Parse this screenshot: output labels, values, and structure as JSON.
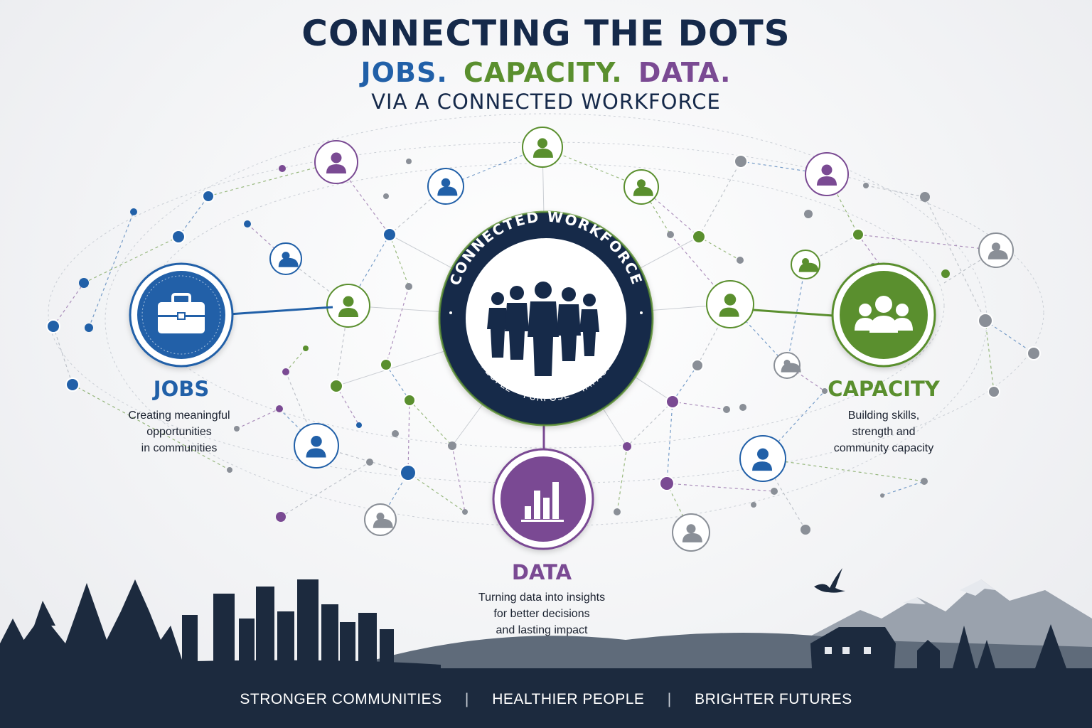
{
  "header": {
    "title": "CONNECTING THE DOTS",
    "subtitle": {
      "jobs": "JOBS.",
      "capacity": "CAPACITY.",
      "data": "DATA."
    },
    "tagline": "VIA A CONNECTED WORKFORCE"
  },
  "hub": {
    "ring_top_text": "CONNECTED WORKFORCE",
    "ring_bottom_text": "PEOPLE • PURPOSE • IMPACT"
  },
  "pillars": {
    "jobs": {
      "title": "JOBS",
      "lines": [
        "Creating meaningful",
        "opportunities",
        "in communities"
      ],
      "icon": "briefcase-icon"
    },
    "capacity": {
      "title": "CAPACITY",
      "lines": [
        "Building skills,",
        "strength and",
        "community capacity"
      ],
      "icon": "group-icon"
    },
    "data": {
      "title": "DATA",
      "lines": [
        "Turning data into insights",
        "for better decisions",
        "and lasting impact"
      ],
      "icon": "bar-chart-icon"
    }
  },
  "footer": {
    "items": [
      "STRONGER COMMUNITIES",
      "HEALTHIER PEOPLE",
      "BRIGHTER FUTURES"
    ],
    "separator": "|"
  },
  "colors": {
    "navy": "#15294a",
    "blue": "#2160a8",
    "green": "#5a8f2e",
    "purple": "#7a4a93",
    "gray": "#8a8f97",
    "footer_bg": "#1c2a3e"
  }
}
